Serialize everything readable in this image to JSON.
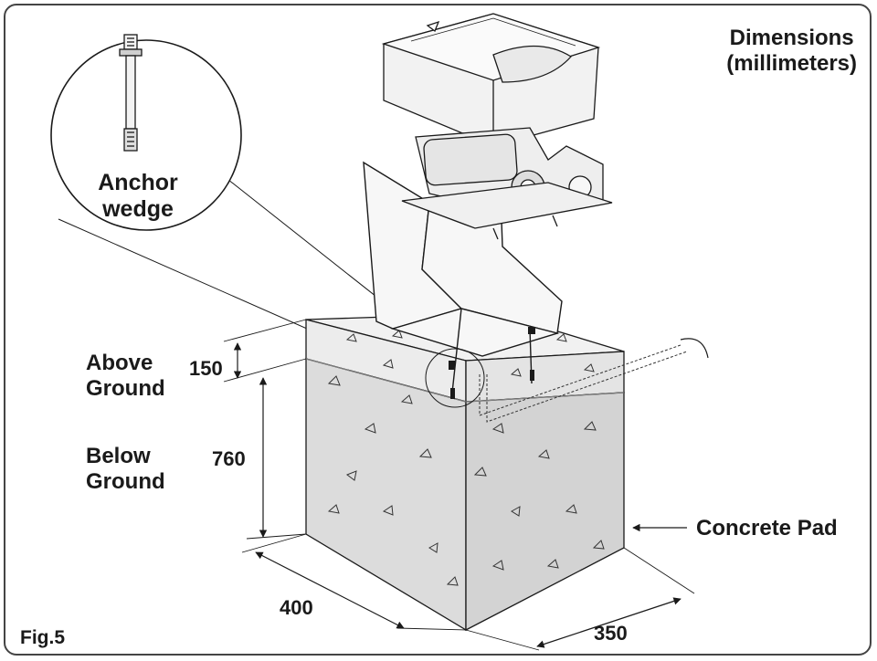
{
  "figure": {
    "title_line1": "Dimensions",
    "title_line2": "(millimeters)",
    "figure_label": "Fig.5",
    "callout_line1": "Anchor",
    "callout_line2": "wedge",
    "above_line1": "Above",
    "above_line2": "Ground",
    "below_line1": "Below",
    "below_line2": "Ground",
    "pad_label": "Concrete Pad",
    "dim_above": "150",
    "dim_below": "760",
    "dim_width": "400",
    "dim_depth": "350"
  },
  "colors": {
    "line": "#1a1a1a",
    "concrete_top": "#f1f1f1",
    "concrete_side": "#d9d9d9",
    "concrete_front": "#e6e6e6",
    "frame": "#444444"
  }
}
